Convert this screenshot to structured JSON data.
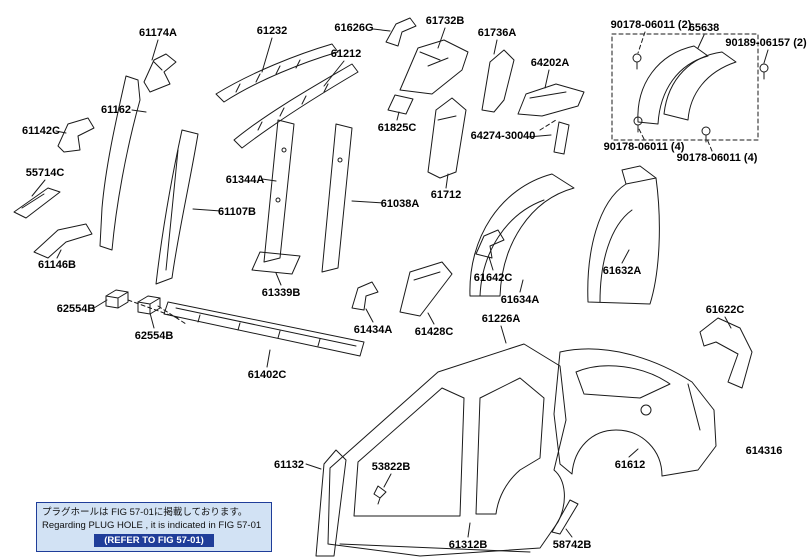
{
  "diagram_id": "614316",
  "parts": [
    {
      "text": "61174A"
    },
    {
      "text": "61232"
    },
    {
      "text": "61626G"
    },
    {
      "text": "61732B"
    },
    {
      "text": "61736A"
    },
    {
      "text": "90178-06011 (2)"
    },
    {
      "text": "65638"
    },
    {
      "text": "90189-06157 (2)"
    },
    {
      "text": "61212"
    },
    {
      "text": "64202A"
    },
    {
      "text": "61162"
    },
    {
      "text": "61142C"
    },
    {
      "text": "61825C"
    },
    {
      "text": "64274-30040"
    },
    {
      "text": "90178-06011 (4)"
    },
    {
      "text": "90178-06011 (4)"
    },
    {
      "text": "55714C"
    },
    {
      "text": "61344A"
    },
    {
      "text": "61038A"
    },
    {
      "text": "61712"
    },
    {
      "text": "61107B"
    },
    {
      "text": "61146B"
    },
    {
      "text": "61632A"
    },
    {
      "text": "61642C"
    },
    {
      "text": "61339B"
    },
    {
      "text": "61634A"
    },
    {
      "text": "62554B"
    },
    {
      "text": "61226A"
    },
    {
      "text": "61622C"
    },
    {
      "text": "62554B"
    },
    {
      "text": "61434A"
    },
    {
      "text": "61428C"
    },
    {
      "text": "61402C"
    },
    {
      "text": "61132"
    },
    {
      "text": "53822B"
    },
    {
      "text": "61612"
    },
    {
      "text": "61312B"
    },
    {
      "text": "58742B"
    }
  ],
  "note": {
    "line1_jp": "プラグホールは FIG 57-01に掲載しております。",
    "line2_en": "Regarding PLUG HOLE , it is indicated in FIG 57-01",
    "line3_ref": "(REFER TO FIG 57-01)"
  },
  "colors": {
    "line": "#1a1a1a",
    "note_bg": "#d2e2f4",
    "note_border": "#1f3d99",
    "note_ref_bg": "#1f3d99",
    "note_ref_text": "#ffffff"
  }
}
